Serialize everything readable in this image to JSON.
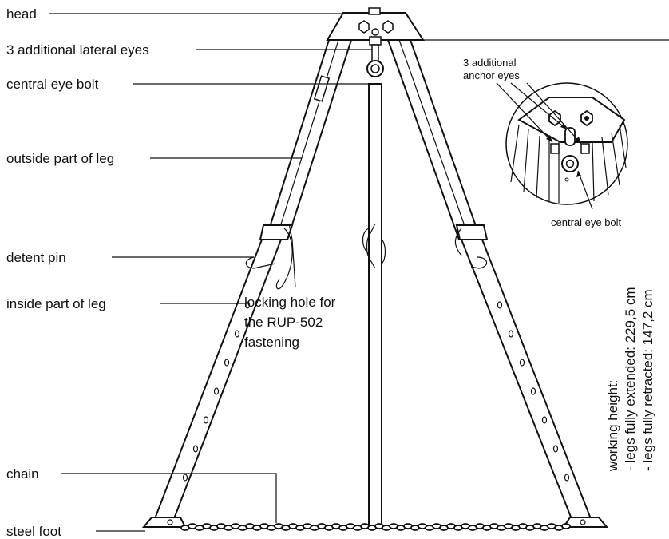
{
  "labels": {
    "head": "head",
    "lateral_eyes": "3 additional lateral eyes",
    "central_eye_bolt": "central eye bolt",
    "outside_leg": "outside part of leg",
    "detent_pin": "detent pin",
    "inside_leg": "inside part of leg",
    "locking_hole_line1": "locking hole for",
    "locking_hole_line2": "the RUP-502",
    "locking_hole_line3": "fastening",
    "chain": "chain",
    "steel_foot": "steel foot"
  },
  "inset": {
    "anchor_eyes_line1": "3 additional",
    "anchor_eyes_line2": "anchor eyes",
    "central_eye_bolt": "central eye bolt"
  },
  "working_height": {
    "title": "working height:",
    "extended": "- legs fully extended: 229,5 cm",
    "retracted": "- legs fully retracted: 147,2 cm"
  }
}
